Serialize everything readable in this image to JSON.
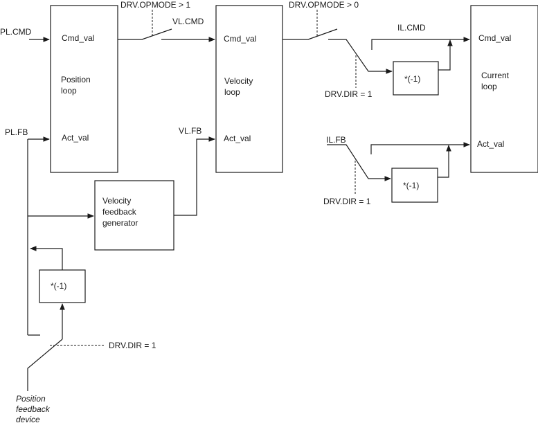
{
  "blocks": {
    "position_loop": {
      "title": [
        "Position",
        "loop"
      ],
      "cmd": "Cmd_val",
      "act": "Act_val"
    },
    "velocity_loop": {
      "title": [
        "Velocity",
        "loop"
      ],
      "cmd": "Cmd_val",
      "act": "Act_val"
    },
    "current_loop": {
      "title": [
        "Current",
        "loop"
      ],
      "cmd": "Cmd_val",
      "act": "Act_val"
    },
    "velocity_feedback_generator": {
      "title": [
        "Velocity",
        "feedback",
        "generator"
      ]
    },
    "inverter_il_cmd": {
      "label": "*(-1)"
    },
    "inverter_il_fb": {
      "label": "*(-1)"
    },
    "inverter_pl_fb": {
      "label": "*(-1)"
    }
  },
  "signals": {
    "pl_cmd": "PL.CMD",
    "pl_fb": "PL.FB",
    "vl_cmd": "VL.CMD",
    "vl_fb": "VL.FB",
    "il_cmd": "IL.CMD",
    "il_fb": "IL.FB"
  },
  "conditions": {
    "opmode_gt_1": "DRV.OPMODE > 1",
    "opmode_gt_0": "DRV.OPMODE > 0",
    "dir_il_cmd": "DRV.DIR = 1",
    "dir_il_fb": "DRV.DIR = 1",
    "dir_pl_fb": "DRV.DIR = 1"
  },
  "device": [
    "Position",
    "feedback",
    "device"
  ]
}
